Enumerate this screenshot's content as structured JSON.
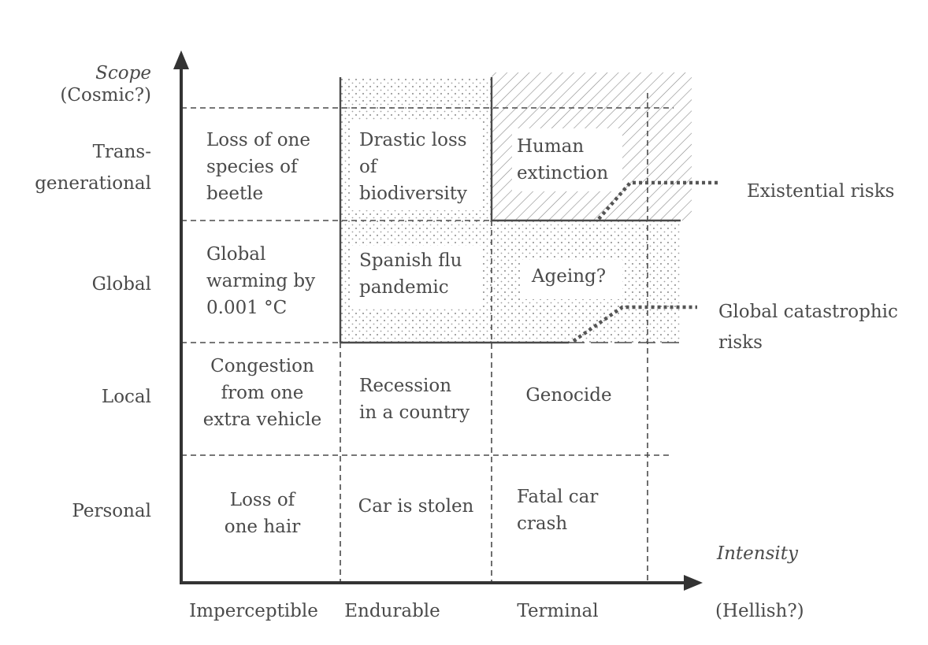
{
  "axes": {
    "y_title": "Scope",
    "y_extreme": "(Cosmic?)",
    "x_title": "Intensity",
    "x_extreme": "(Hellish?)"
  },
  "rows": [
    "Trans-|generational",
    "Global",
    "Local",
    "Personal"
  ],
  "columns": [
    "Imperceptible",
    "Endurable",
    "Terminal"
  ],
  "cells": [
    [
      [
        "Loss of one",
        "species of",
        "beetle"
      ],
      [
        "Drastic loss",
        "of",
        "biodiversity"
      ],
      [
        "Human",
        "extinction"
      ]
    ],
    [
      [
        "Global",
        "warming by",
        "0.001 °C"
      ],
      [
        "Spanish flu",
        "pandemic"
      ],
      [
        "Ageing?"
      ]
    ],
    [
      [
        "Congestion",
        "from one",
        "extra vehicle"
      ],
      [
        "Recession",
        "in a country"
      ],
      [
        "Genocide"
      ]
    ],
    [
      [
        "Loss of",
        "one hair"
      ],
      [
        "Car is stolen"
      ],
      [
        "Fatal car",
        "crash"
      ]
    ]
  ],
  "annotations": {
    "existential": "Existential risks",
    "global_catastrophic": [
      "Global catastrophic",
      "risks"
    ]
  },
  "colors": {
    "ink": "#4a4a4a",
    "pattern": "#8a8a8a"
  }
}
